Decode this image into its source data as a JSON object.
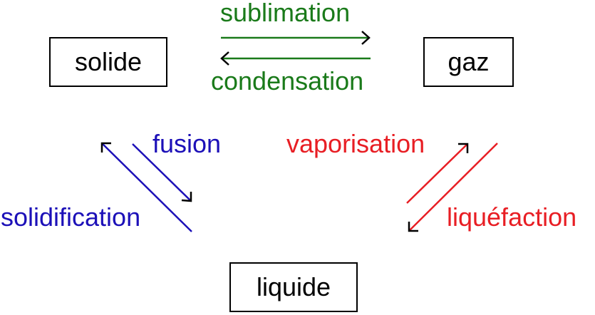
{
  "states": {
    "solid": "solide",
    "gas": "gaz",
    "liquid": "liquide"
  },
  "transitions": {
    "sublimation": "sublimation",
    "condensation": "condensation",
    "fusion": "fusion",
    "solidification": "solidification",
    "vaporisation": "vaporisation",
    "liquefaction": "liquéfaction"
  },
  "colors": {
    "green": "#1a7a1a",
    "blue": "#1c10b8",
    "red": "#e81e24",
    "box_border": "#000000"
  }
}
